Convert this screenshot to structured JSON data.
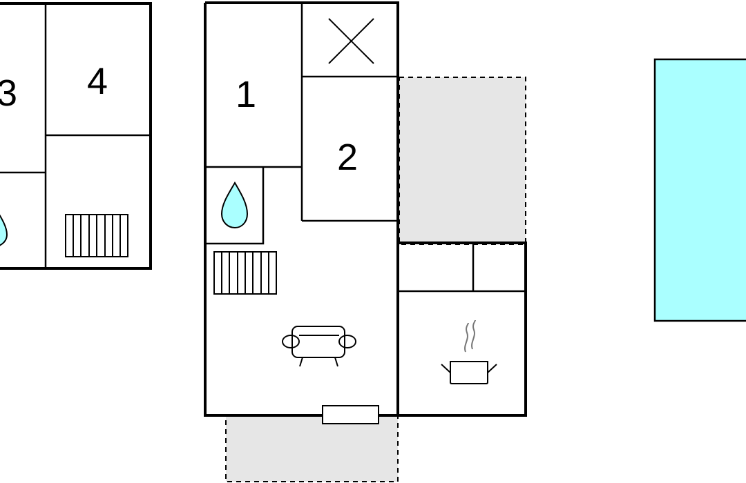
{
  "rooms": {
    "bedroom_3": "3",
    "bedroom_4": "4",
    "bedroom_1": "1",
    "bedroom_2": "2"
  },
  "colors": {
    "pool": "#aaffff",
    "water_drop": "#aaffff",
    "terrace": "#e6e6e6",
    "wall": "#000000"
  },
  "icons": [
    "water-drop-icon",
    "radiator-icon",
    "sofa-icon",
    "cooking-pot-icon",
    "storage-x-icon"
  ]
}
